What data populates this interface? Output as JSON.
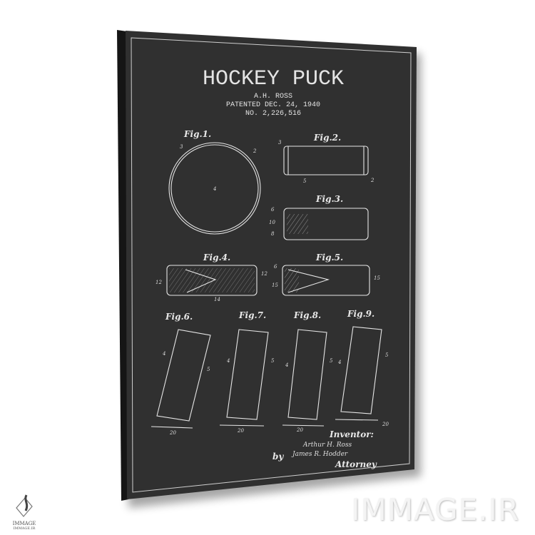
{
  "print": {
    "title": "HOCKEY PUCK",
    "inventor_line": "A.H. ROSS",
    "patent_date": "PATENTED DEC. 24, 1940",
    "patent_number": "NO. 2,226,516",
    "figures": [
      "Fig.1.",
      "Fig.2.",
      "Fig.3.",
      "Fig.4.",
      "Fig.5.",
      "Fig.6.",
      "Fig.7.",
      "Fig.8.",
      "Fig.9."
    ],
    "inventor_label": "Inventor:",
    "inventor_signature": "Arthur H. Ross",
    "by_label": "by",
    "attorney_signature": "James R. Hodder",
    "attorney_label": "Attorney",
    "background_color": "#2f2f2f",
    "line_color": "#e6e6e6"
  },
  "watermark": {
    "text": "IMMAGE.IR",
    "logo_name": "IMMAGE",
    "logo_sub": "IMMAGE.IR"
  }
}
